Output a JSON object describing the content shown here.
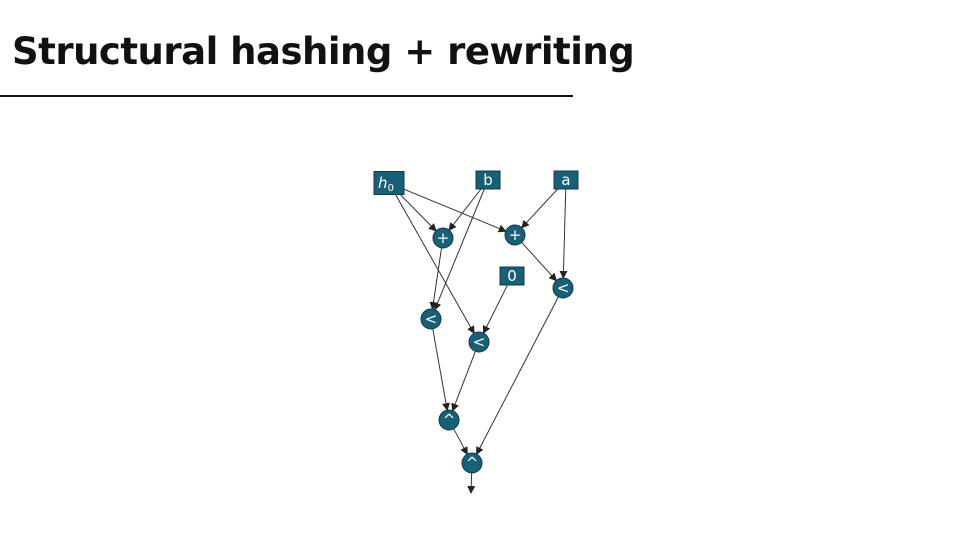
{
  "title": "Structural hashing + rewriting",
  "colors": {
    "node_fill": "#1a5f78",
    "node_stroke": "#0f3a4a",
    "edge": "#333333"
  },
  "nodes": [
    {
      "id": "h0",
      "kind": "input",
      "label": "h",
      "sub": "0"
    },
    {
      "id": "b",
      "kind": "input",
      "label": "b"
    },
    {
      "id": "a",
      "kind": "input",
      "label": "a"
    },
    {
      "id": "plus1",
      "kind": "op",
      "label": "+"
    },
    {
      "id": "plus2",
      "kind": "op",
      "label": "+"
    },
    {
      "id": "zero",
      "kind": "input",
      "label": "0"
    },
    {
      "id": "lt3",
      "kind": "op",
      "label": "<"
    },
    {
      "id": "lt1",
      "kind": "op",
      "label": "<"
    },
    {
      "id": "lt2",
      "kind": "op",
      "label": "<"
    },
    {
      "id": "and1",
      "kind": "op",
      "label": "^"
    },
    {
      "id": "and2",
      "kind": "op",
      "label": "^"
    }
  ],
  "edges": [
    [
      "h0",
      "plus1"
    ],
    [
      "h0",
      "plus2"
    ],
    [
      "h0",
      "lt2"
    ],
    [
      "b",
      "plus1"
    ],
    [
      "b",
      "lt1"
    ],
    [
      "a",
      "plus2"
    ],
    [
      "a",
      "lt3"
    ],
    [
      "plus1",
      "lt1"
    ],
    [
      "plus2",
      "lt3"
    ],
    [
      "zero",
      "lt2"
    ],
    [
      "lt1",
      "and1"
    ],
    [
      "lt2",
      "and1"
    ],
    [
      "lt3",
      "and2"
    ],
    [
      "and1",
      "and2"
    ],
    [
      "and2",
      "out"
    ]
  ]
}
